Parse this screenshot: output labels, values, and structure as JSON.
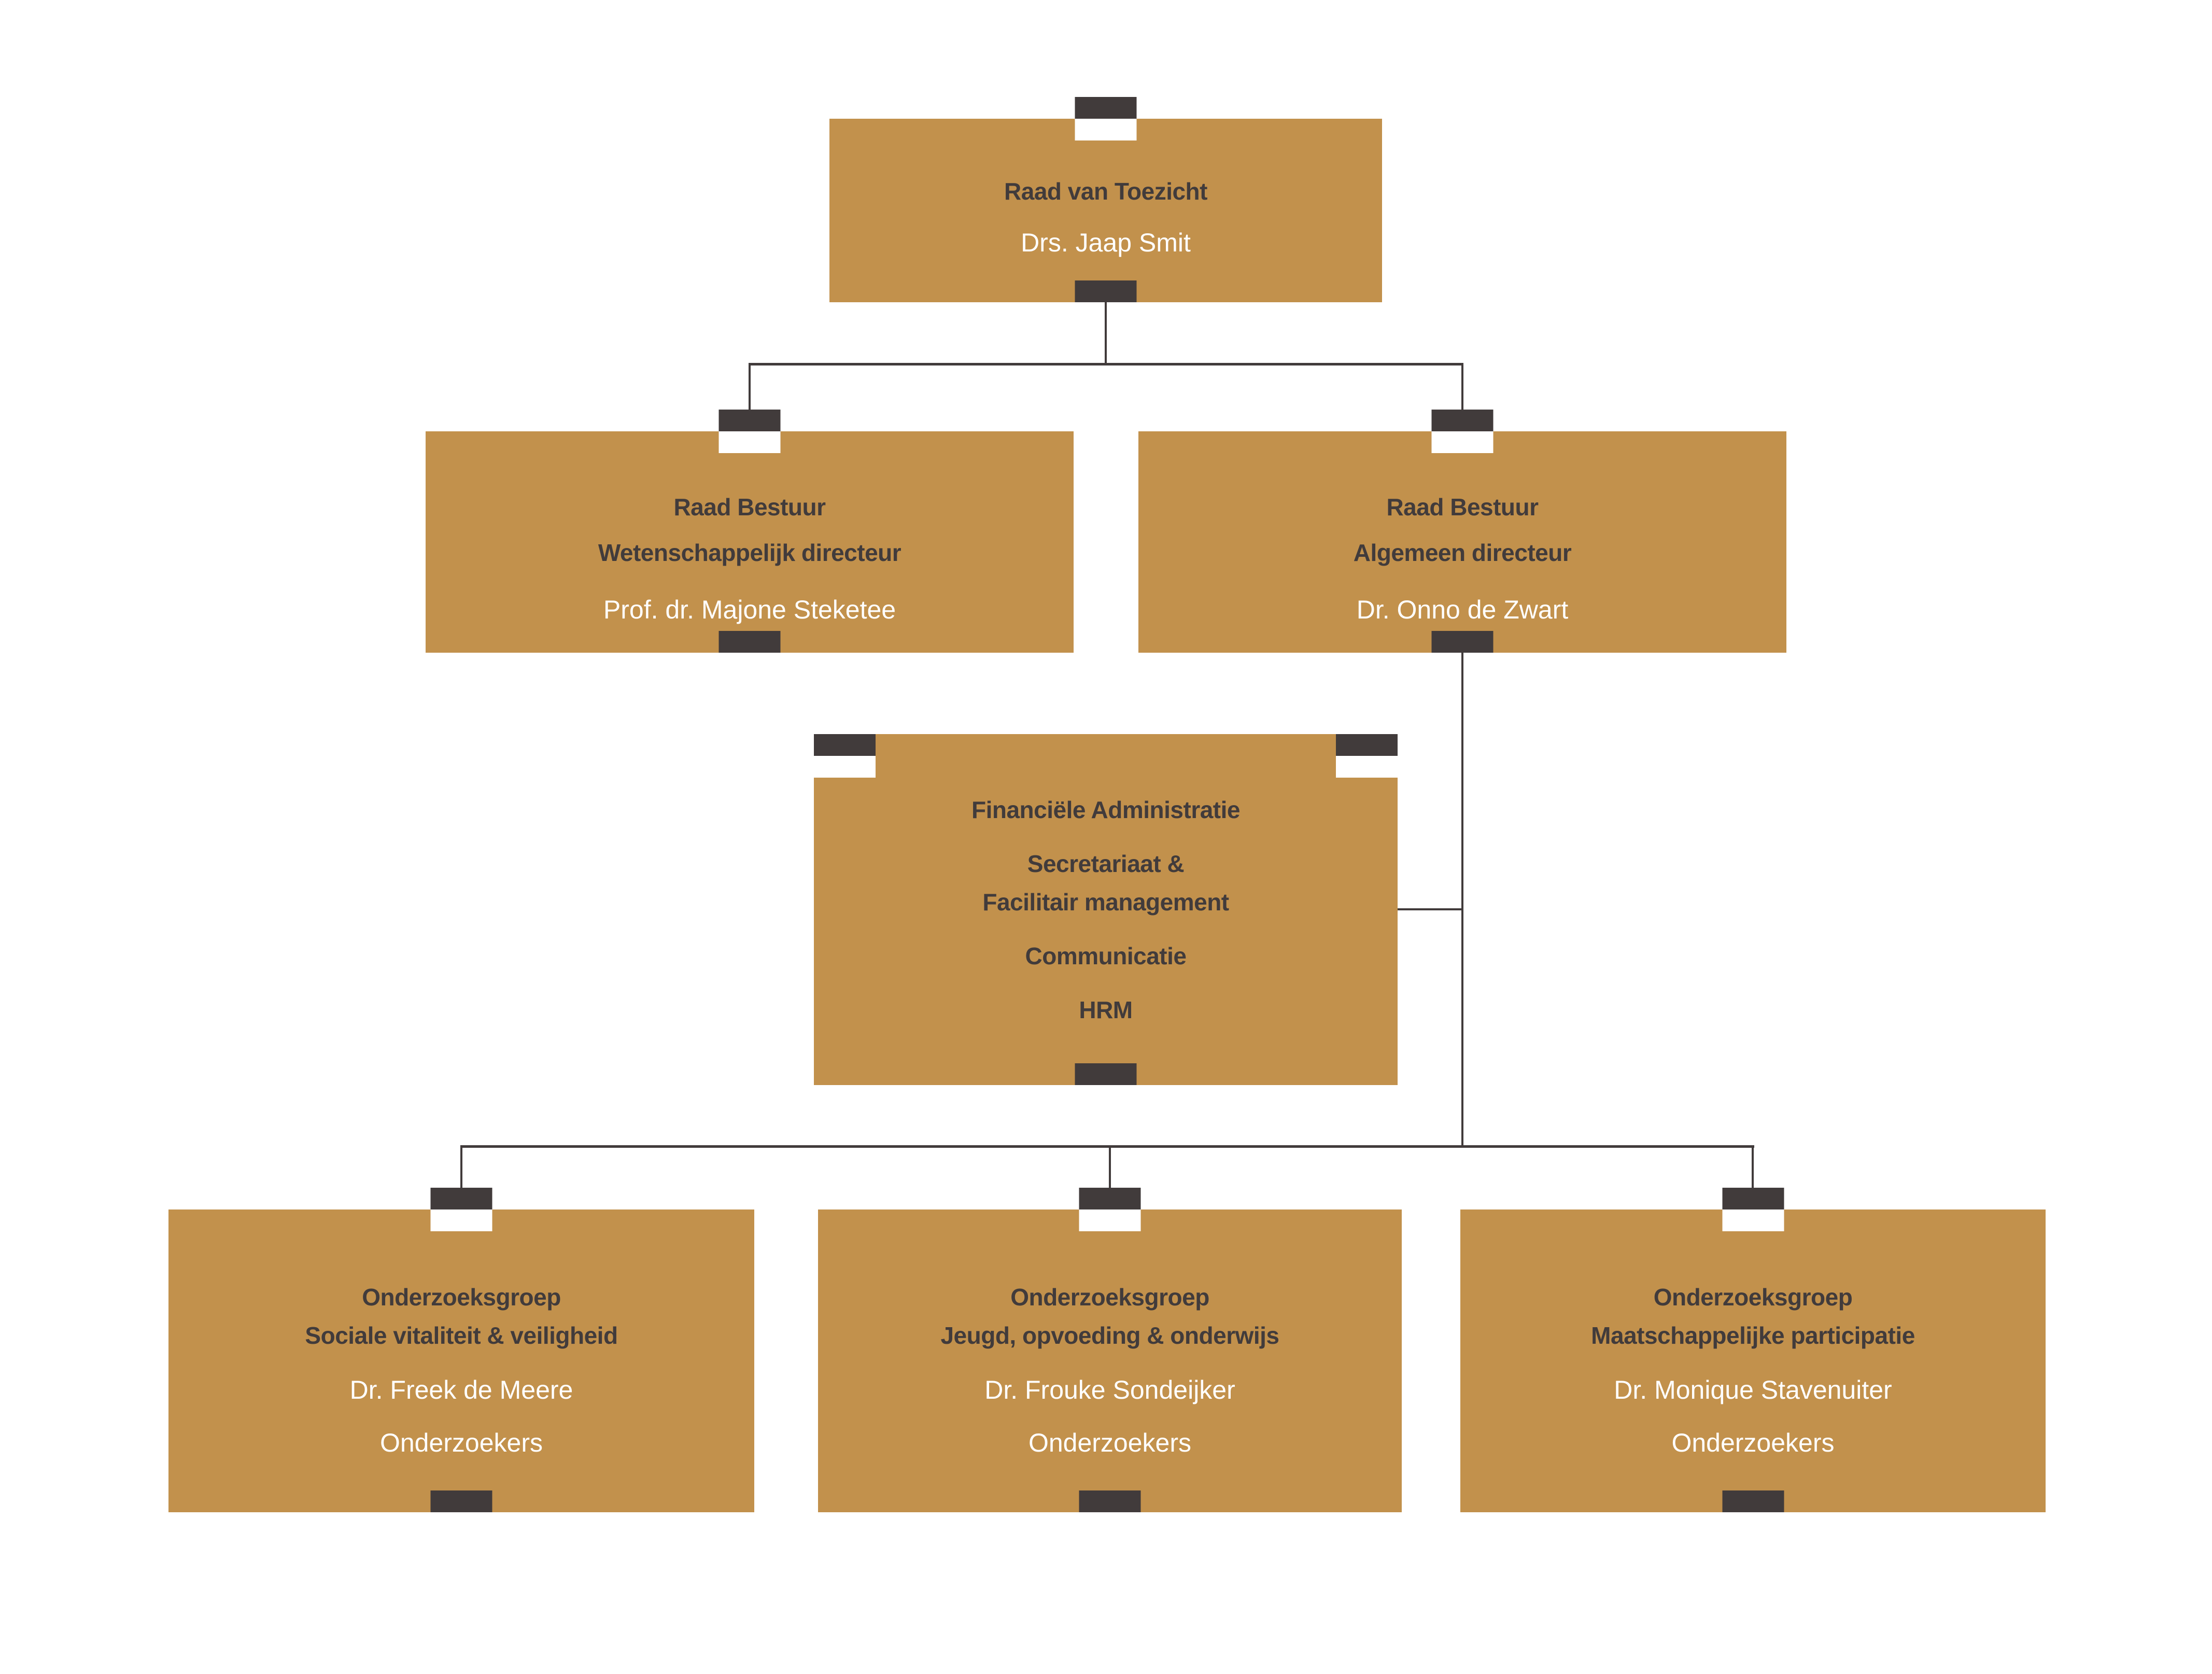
{
  "palette": {
    "box_fill": "#C2914C",
    "dark": "#413B3B",
    "title_text": "#413B3B",
    "name_text": "#FFFFFF",
    "connector": "#413B3B",
    "background": "#FFFFFF"
  },
  "nodes": {
    "rvt": {
      "title": "Raad van Toezicht",
      "name": "Drs. Jaap Smit"
    },
    "l2l": {
      "title1": "Raad Bestuur",
      "title2": "Wetenschappelijk directeur",
      "name": "Prof. dr. Majone Steketee"
    },
    "l2r": {
      "title1": "Raad Bestuur",
      "title2": "Algemeen directeur",
      "name": "Dr. Onno de Zwart"
    },
    "staff": {
      "line1": "Financiële Administratie",
      "line2": "Secretariaat &",
      "line3": "Facilitair management",
      "line4": "Communicatie",
      "line5": "HRM"
    },
    "og1": {
      "title1": "Onderzoeksgroep",
      "title2": "Sociale vitaliteit & veiligheid",
      "name": "Dr. Freek de Meere",
      "members": "Onderzoekers"
    },
    "og2": {
      "title1": "Onderzoeksgroep",
      "title2": "Jeugd, opvoeding & onderwijs",
      "name": "Dr. Frouke Sondeijker",
      "members": "Onderzoekers"
    },
    "og3": {
      "title1": "Onderzoeksgroep",
      "title2": "Maatschappelijke participatie",
      "name": "Dr. Monique Stavenuiter",
      "members": "Onderzoekers"
    }
  },
  "org_chart": {
    "type": "org-tree",
    "edges": [
      {
        "from": "rvt",
        "to": "l2l"
      },
      {
        "from": "rvt",
        "to": "l2r"
      },
      {
        "from": "l2r",
        "to": "staff"
      },
      {
        "from": "l2r",
        "to": "og1"
      },
      {
        "from": "l2r",
        "to": "og2"
      },
      {
        "from": "l2r",
        "to": "og3"
      }
    ]
  }
}
